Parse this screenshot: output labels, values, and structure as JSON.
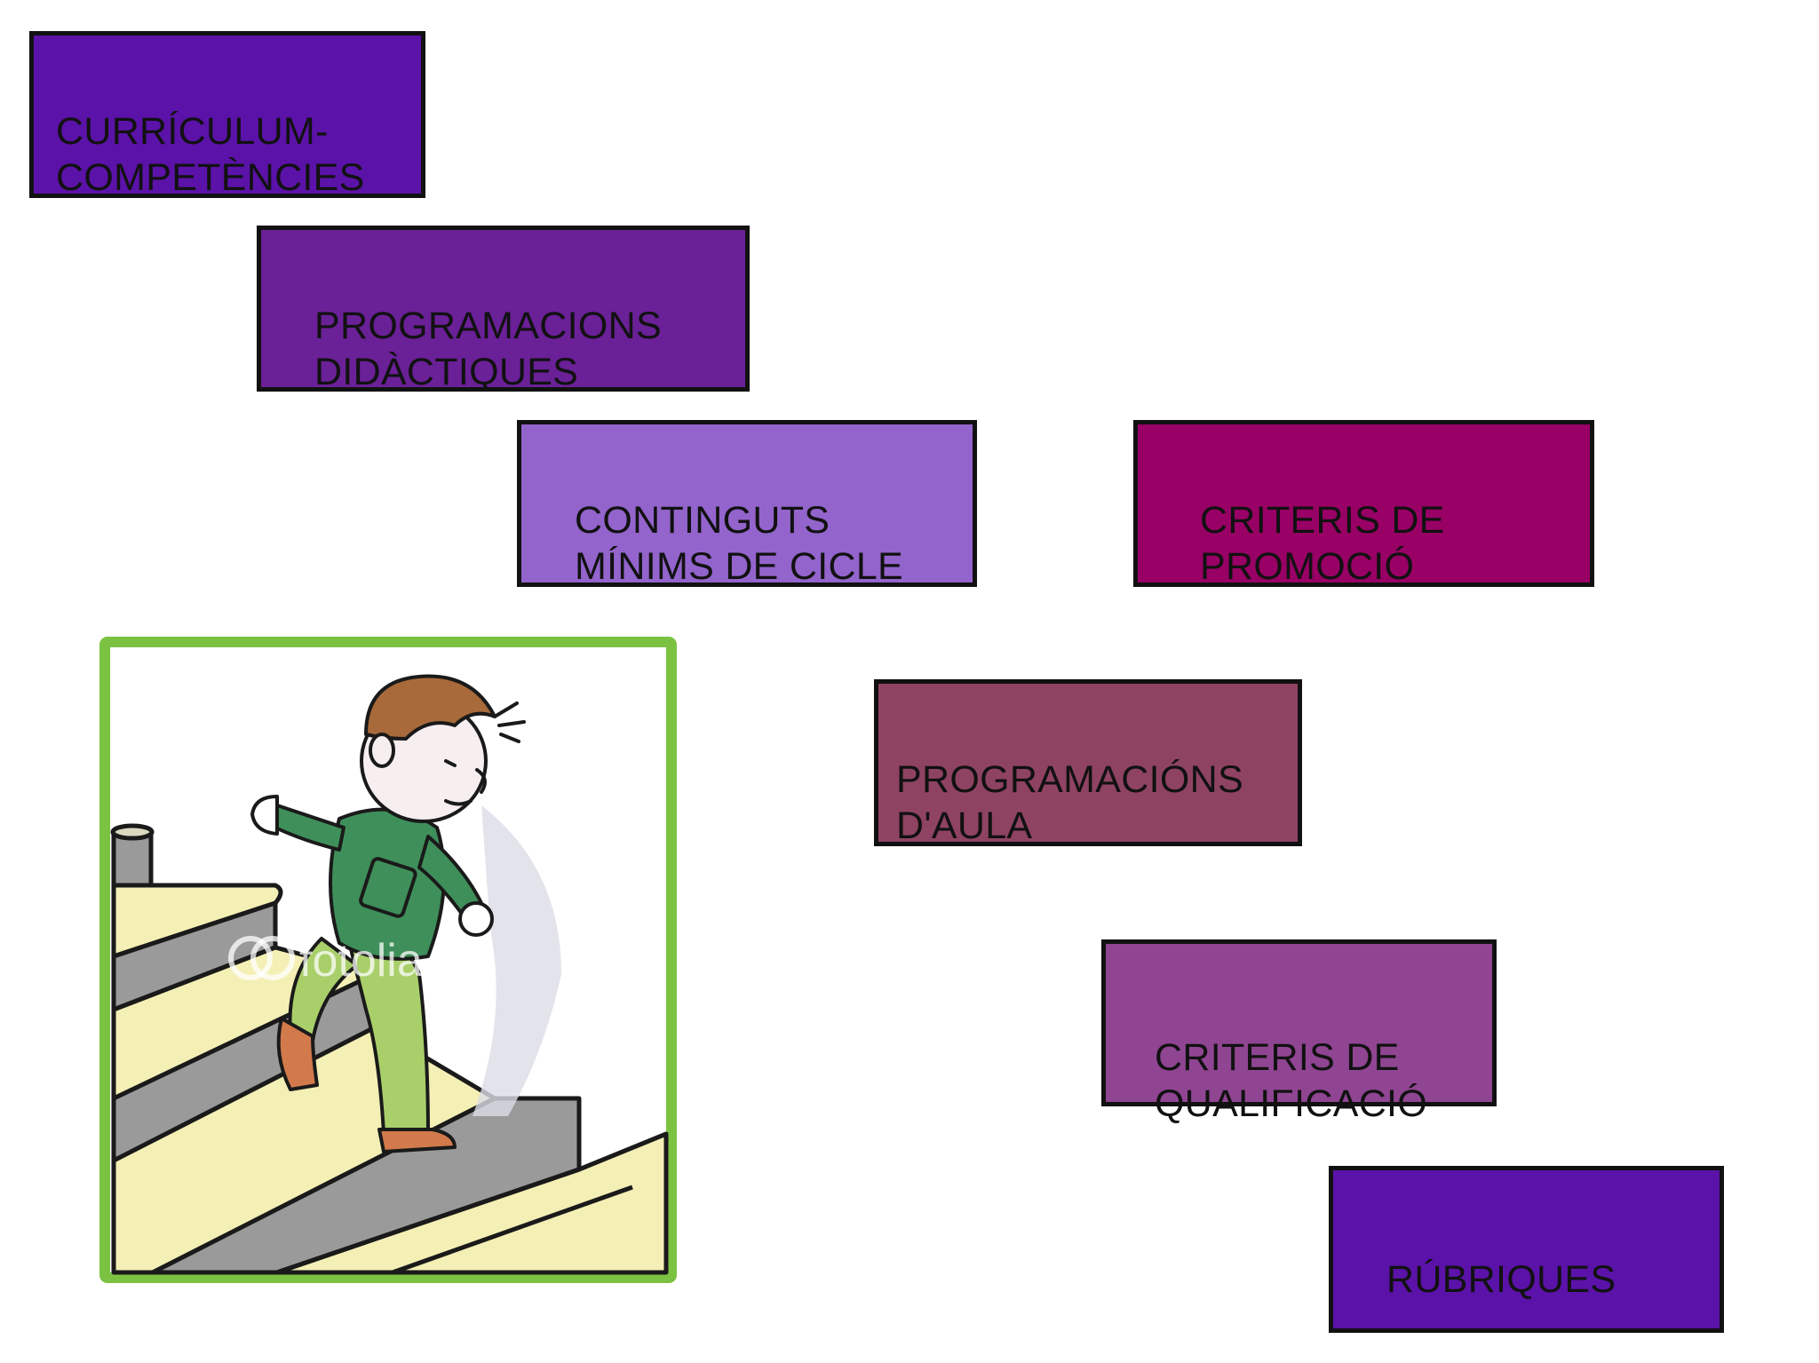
{
  "colors": {
    "curriculum": "#5b12a8",
    "programacions_didactiques": "#6a2097",
    "continguts_minims": "#9364cc",
    "criteris_promocio": "#990066",
    "programacions_aula": "#8f4363",
    "criteris_qualificacio": "#8f4592",
    "rubriques": "#5b12a8",
    "border": "#111111",
    "frame_green": "#7cc242"
  },
  "boxes": {
    "curriculum": "CURRÍCULUM-\nCOMPETÈNCIES",
    "programacions_didactiques": "PROGRAMACIONS\nDIDÀCTIQUES",
    "continguts_minims": "CONTINGUTS\nMÍNIMS DE CICLE",
    "criteris_promocio": "CRITERIS DE\nPROMOCIÓ",
    "programacions_aula": "PROGRAMACIÓNS\nD'AULA",
    "criteris_qualificacio": "CRITERIS DE\nQUALIFICACIÓ",
    "rubriques": "RÚBRIQUES"
  },
  "illustration": {
    "icon": "boy-climbing-stairs-illustration",
    "watermark": "fotolia"
  }
}
